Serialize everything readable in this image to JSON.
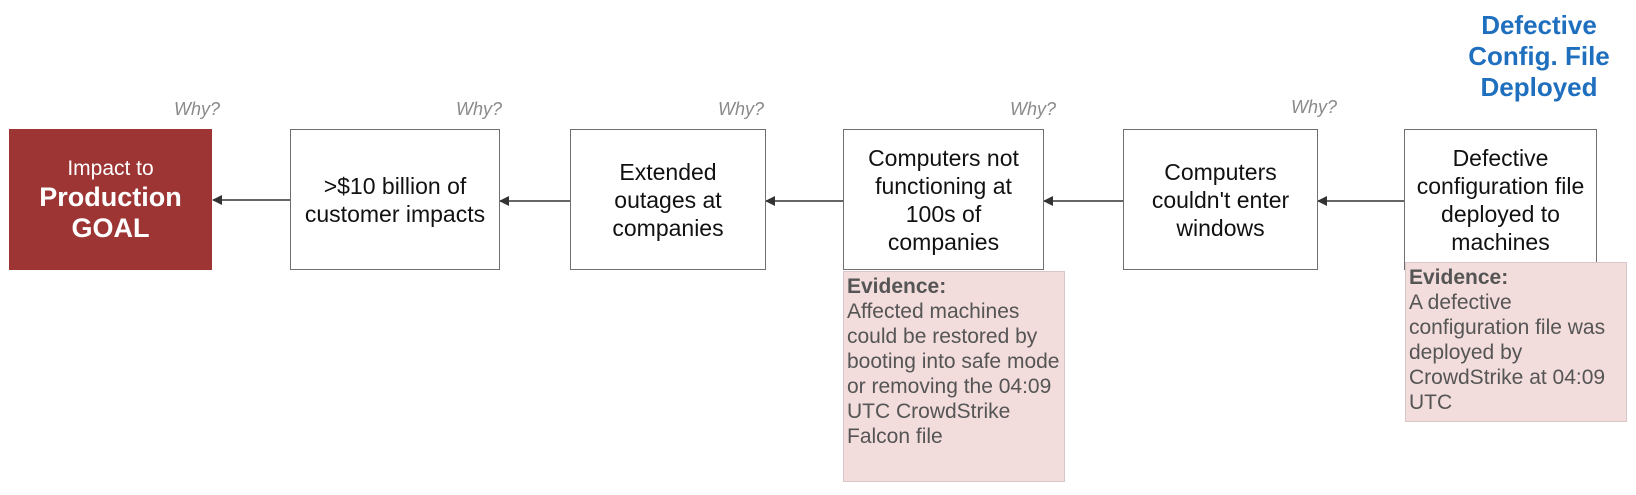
{
  "root_cause_label": [
    "Defective",
    "Config. File",
    "Deployed"
  ],
  "goal": {
    "line1": "Impact to",
    "line2": "Production",
    "line3": "GOAL"
  },
  "why_label": "Why?",
  "nodes": [
    {
      "id": "customer-impacts",
      "text": ">$10 billion of customer impacts"
    },
    {
      "id": "extended-outages",
      "text": "Extended outages at companies"
    },
    {
      "id": "computers-not-functioning",
      "text": "Computers not functioning at 100s of companies"
    },
    {
      "id": "cannot-enter-windows",
      "text": "Computers couldn't enter windows"
    },
    {
      "id": "defective-config-file",
      "text": "Defective configuration file deployed to machines"
    }
  ],
  "evidence": [
    {
      "title": "Evidence:",
      "text": "Affected machines could be restored by booting into safe mode or removing the 04:09 UTC CrowdStrike Falcon file"
    },
    {
      "title": "Evidence:",
      "text": "A defective configuration file was deployed by CrowdStrike at 04:09 UTC"
    }
  ],
  "colors": {
    "goal": "#9e3535",
    "root_label": "#1f6fbf",
    "evidence_bg": "#f2dcdc"
  }
}
